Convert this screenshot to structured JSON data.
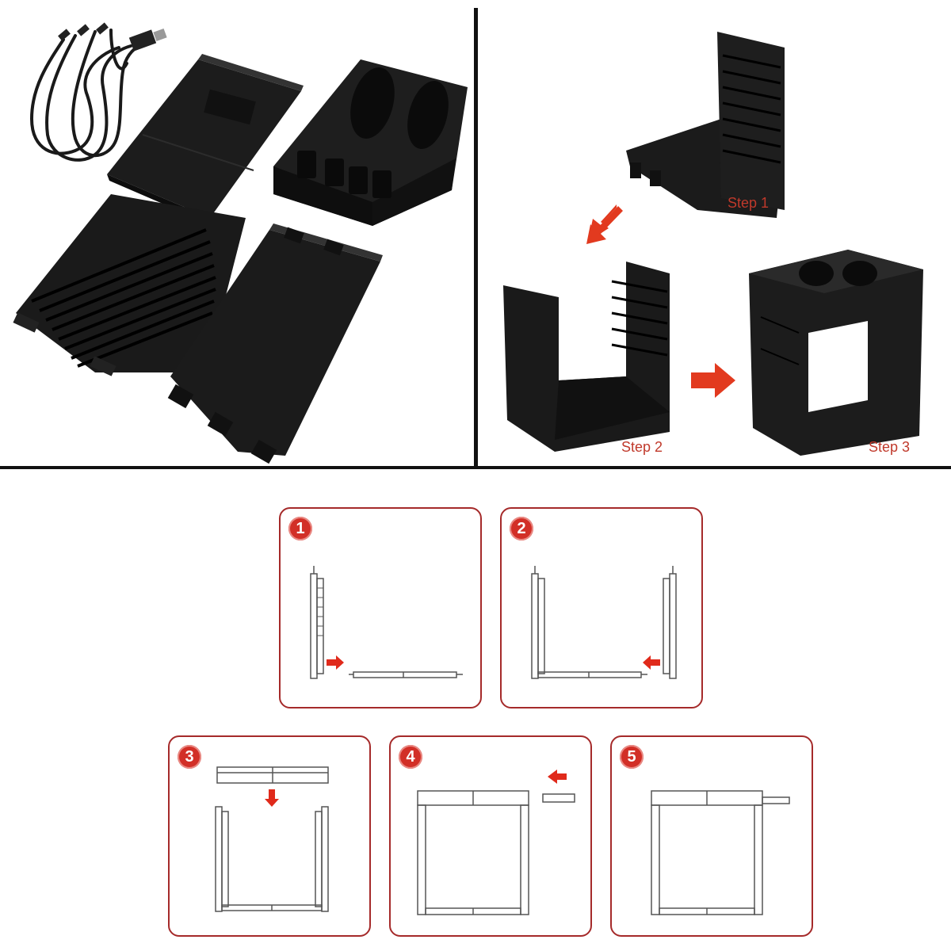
{
  "photo_section": {
    "steps": [
      {
        "label": "Step 1"
      },
      {
        "label": "Step 2"
      },
      {
        "label": "Step 3"
      }
    ],
    "colors": {
      "arrow": "#e23a1f",
      "plastic": "#1a1a1a",
      "label": "#c0392b"
    }
  },
  "diagram_section": {
    "panels": [
      {
        "number": "1"
      },
      {
        "number": "2"
      },
      {
        "number": "3"
      },
      {
        "number": "4"
      },
      {
        "number": "5"
      }
    ],
    "colors": {
      "border": "#a52a2a",
      "badge": "#d22f27",
      "arrow": "#e02a1b",
      "line": "#555555"
    }
  }
}
